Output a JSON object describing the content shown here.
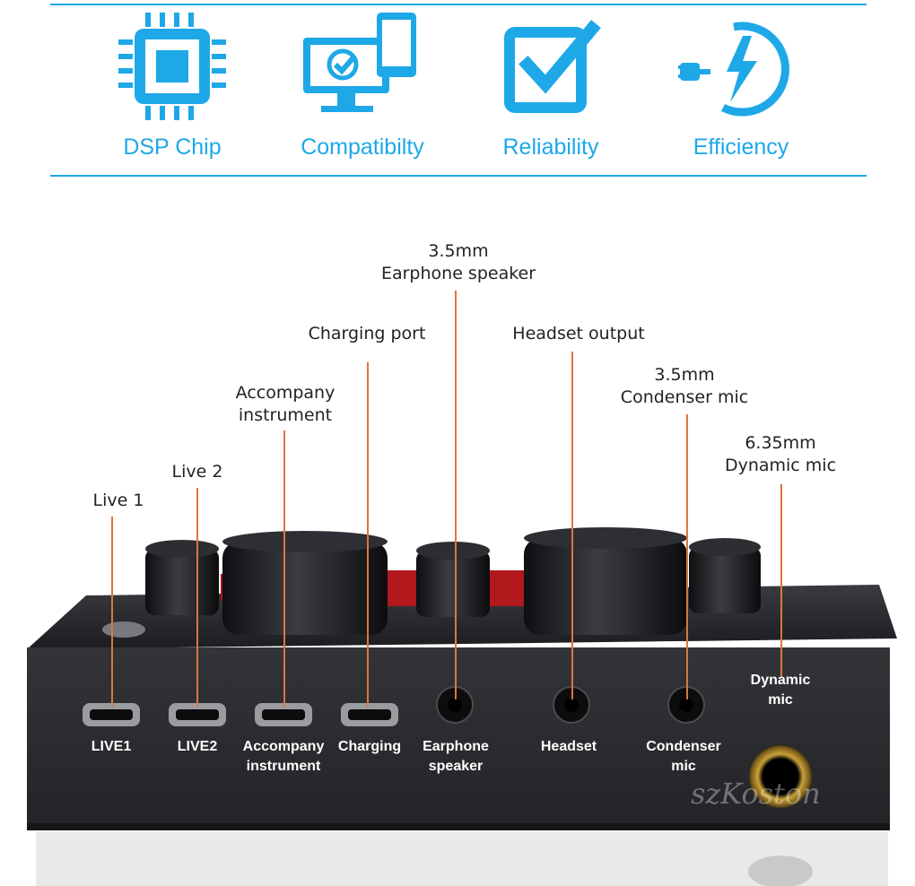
{
  "features": [
    {
      "label": "DSP Chip",
      "icon": "chip-icon"
    },
    {
      "label": "Compatibilty",
      "icon": "devices-icon"
    },
    {
      "label": "Reliability",
      "icon": "checkbox-icon"
    },
    {
      "label": "Efficiency",
      "icon": "power-icon"
    }
  ],
  "callouts": {
    "live1": "Live 1",
    "live2": "Live 2",
    "accompany": "Accompany\ninstrument",
    "charging": "Charging port",
    "earphone": "3.5mm\nEarphone speaker",
    "headset": "Headset output",
    "condenser": "3.5mm\nCondenser mic",
    "dynamic": "6.35mm\nDynamic mic"
  },
  "port_labels": {
    "live1": "LIVE1",
    "live2": "LIVE2",
    "accompany": "Accompany\ninstrument",
    "charging": "Charging",
    "earphone": "Earphone\nspeaker",
    "headset": "Headset",
    "condenser": "Condenser\nmic",
    "dynamic": "Dynamic\nmic"
  },
  "watermark": "szKoston",
  "colors": {
    "accent": "#1ea8e8",
    "leader": "#e0753a",
    "device": "#2a2b2e",
    "knob_red": "#b0181c"
  }
}
